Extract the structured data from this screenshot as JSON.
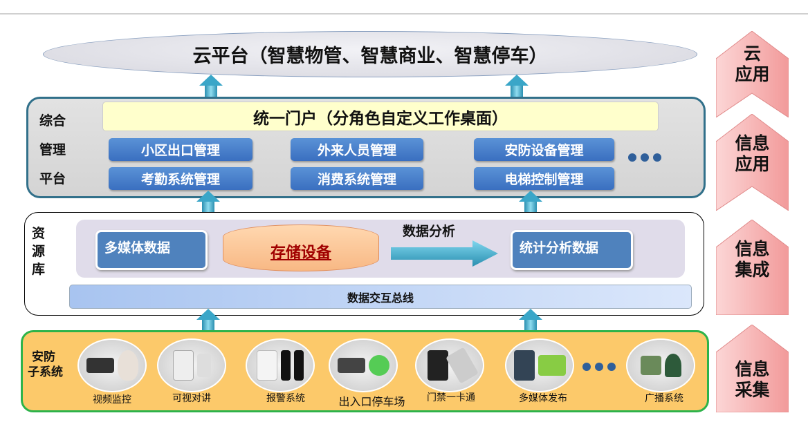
{
  "cloud_platform": "云平台（智慧物管、智慧商业、智慧停车）",
  "mgmt": {
    "side_labels": [
      "综合",
      "管理",
      "平台"
    ],
    "portal": "统一门户（分角色自定义工作桌面）",
    "modules": [
      "小区出口管理",
      "外来人员管理",
      "安防设备管理",
      "考勤系统管理",
      "消费系统管理",
      "电梯控制管理"
    ]
  },
  "resource": {
    "side_label": [
      "资",
      "源",
      "库"
    ],
    "multimedia": "多媒体数据",
    "storage": "存储设备",
    "analysis_label": "数据分析",
    "stats": "统计分析数据",
    "bus": "数据交互总线"
  },
  "subsystems": {
    "side_label": [
      "安防",
      "子系统"
    ],
    "items": [
      "视频监控",
      "可视对讲",
      "报警系统",
      "出入口停车场",
      "门禁一卡通",
      "多媒体发布",
      "广播系统"
    ]
  },
  "layers": [
    [
      "云",
      "应用"
    ],
    [
      "信息",
      "应用"
    ],
    [
      "信息",
      "集成"
    ],
    [
      "信息",
      "采集"
    ]
  ],
  "colors": {
    "platform_border": "#31708a",
    "subsystem_border": "#2db34a",
    "subsystem_bg": "#fcc96a",
    "module_blue": "#4a80c8",
    "chevron": "#f8b0b0"
  }
}
